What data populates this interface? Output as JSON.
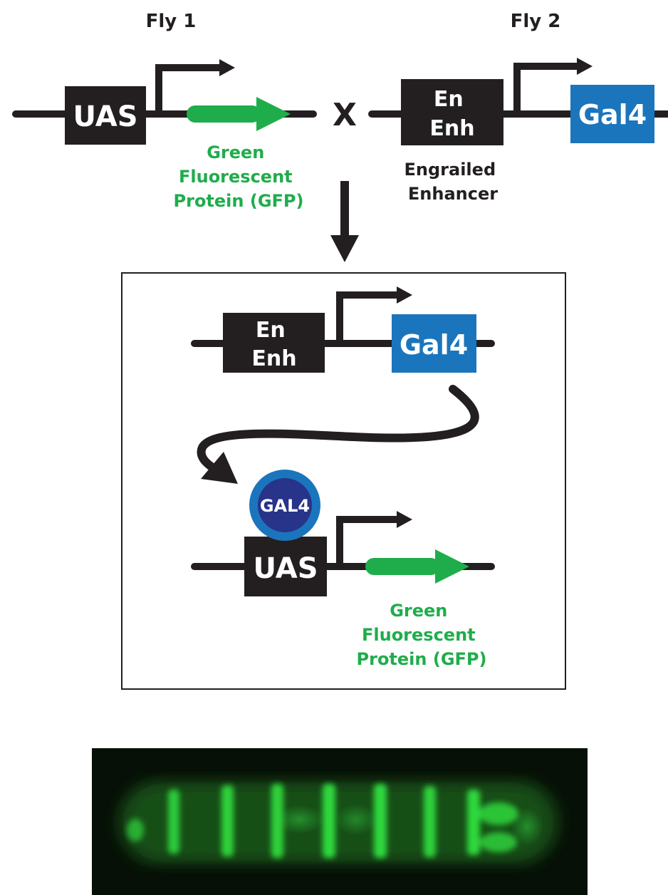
{
  "fly1": {
    "title": "Fly 1",
    "uas": "UAS",
    "gfp_label": [
      "Green",
      "Fluorescent",
      "Protein (GFP)"
    ]
  },
  "cross_symbol": "X",
  "fly2": {
    "title": "Fly 2",
    "enhancer_box": [
      "En",
      "Enh"
    ],
    "enhancer_label": [
      "Engrailed",
      "Enhancer"
    ],
    "gal4_gene": "Gal4"
  },
  "result": {
    "enhancer_box": [
      "En",
      "Enh"
    ],
    "gal4_gene": "Gal4",
    "gal4_protein": "GAL4",
    "uas": "UAS",
    "gfp_label": [
      "Green",
      "Fluorescent",
      "Protein (GFP)"
    ]
  },
  "colors": {
    "gfp_green": "#1fad4b",
    "gal4_blue": "#1b75bc",
    "gal4_protein_dark": "#28338a",
    "box_black": "#231f20"
  }
}
